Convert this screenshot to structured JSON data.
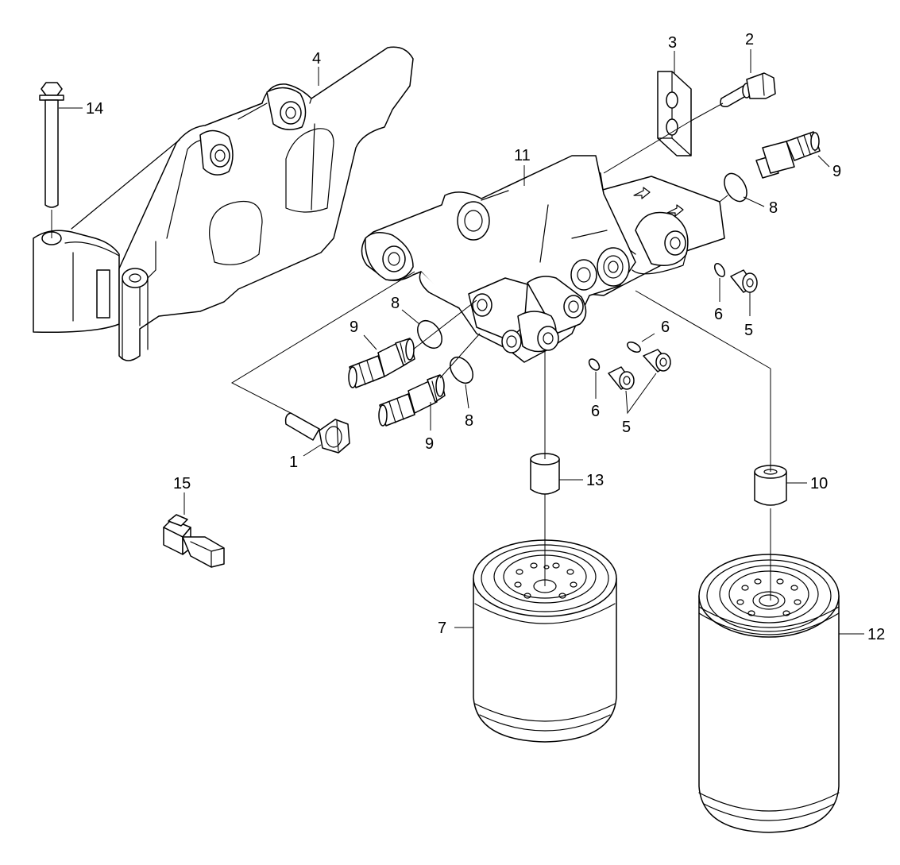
{
  "callouts": {
    "p1": "1",
    "p2": "2",
    "p3": "3",
    "p4": "4",
    "p5a": "5",
    "p5b": "5",
    "p6a": "6",
    "p6b": "6",
    "p6c": "6",
    "p7": "7",
    "p8a": "8",
    "p8b": "8",
    "p8c": "8",
    "p9a": "9",
    "p9b": "9",
    "p9c": "9",
    "p10": "10",
    "p11": "11",
    "p12": "12",
    "p13": "13",
    "p14": "14",
    "p15": "15"
  },
  "colors": {
    "line": "#000000",
    "background": "#ffffff"
  }
}
